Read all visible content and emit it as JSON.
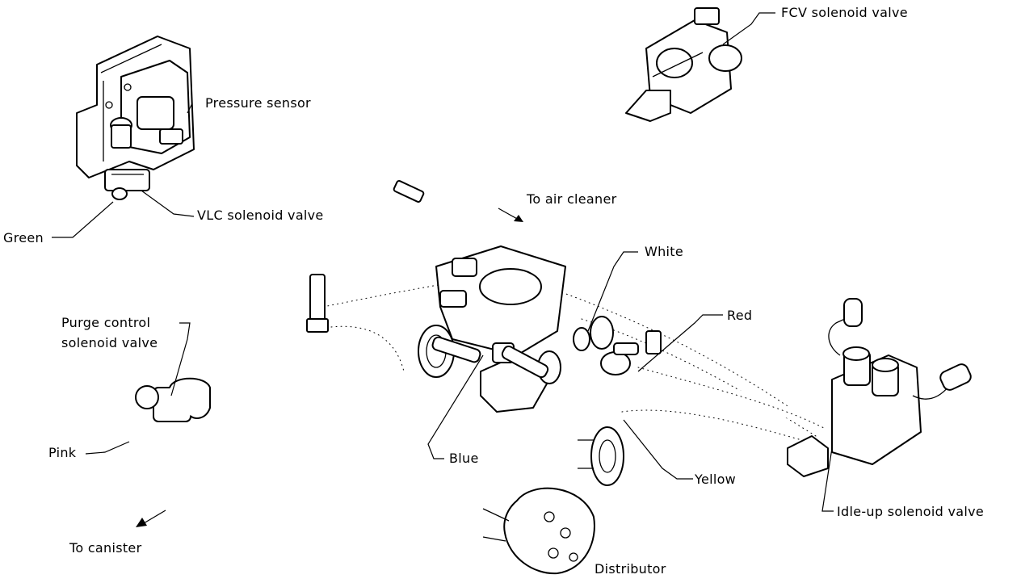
{
  "labels": {
    "fcv": "FCV solenoid valve",
    "pressure_sensor": "Pressure sensor",
    "vlc": "VLC solenoid valve",
    "green": "Green",
    "to_air_cleaner": "To air cleaner",
    "white": "White",
    "red": "Red",
    "purge_line1": "Purge control",
    "purge_line2": "solenoid valve",
    "pink": "Pink",
    "blue": "Blue",
    "yellow": "Yellow",
    "idle_up": "Idle-up solenoid valve",
    "to_canister": "To canister",
    "distributor": "Distributor"
  }
}
